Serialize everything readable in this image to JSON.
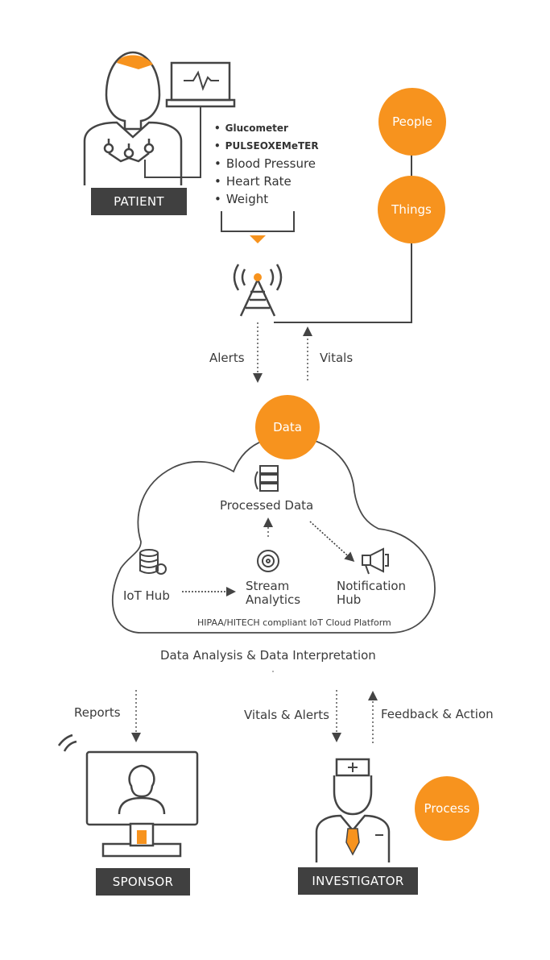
{
  "patient": {
    "label": "PATIENT",
    "devices": [
      "Glucometer",
      "PULSEOXEMeTER",
      "Blood Pressure",
      "Heart Rate",
      "Weight"
    ]
  },
  "circles": {
    "people": "People",
    "things": "Things",
    "data": "Data",
    "process": "Process"
  },
  "links": {
    "alerts": "Alerts",
    "vitals": "Vitals"
  },
  "cloud": {
    "processed_data": "Processed Data",
    "iot_hub": "IoT Hub",
    "stream_analytics": [
      "Stream",
      "Analytics"
    ],
    "notification_hub": [
      "Notification",
      "Hub"
    ],
    "platform": "HIPAA/HITECH compliant IoT Cloud Platform"
  },
  "analysis_label": "Data Analysis & Data Interpretation",
  "bottom": {
    "reports": "Reports",
    "vitals_alerts": "Vitals & Alerts",
    "feedback_action": "Feedback & Action",
    "sponsor": "SPONSOR",
    "investigator": "INVESTIGATOR"
  },
  "colors": {
    "accent": "#f7931e",
    "dark": "#404040",
    "line": "#4a4a4a"
  }
}
